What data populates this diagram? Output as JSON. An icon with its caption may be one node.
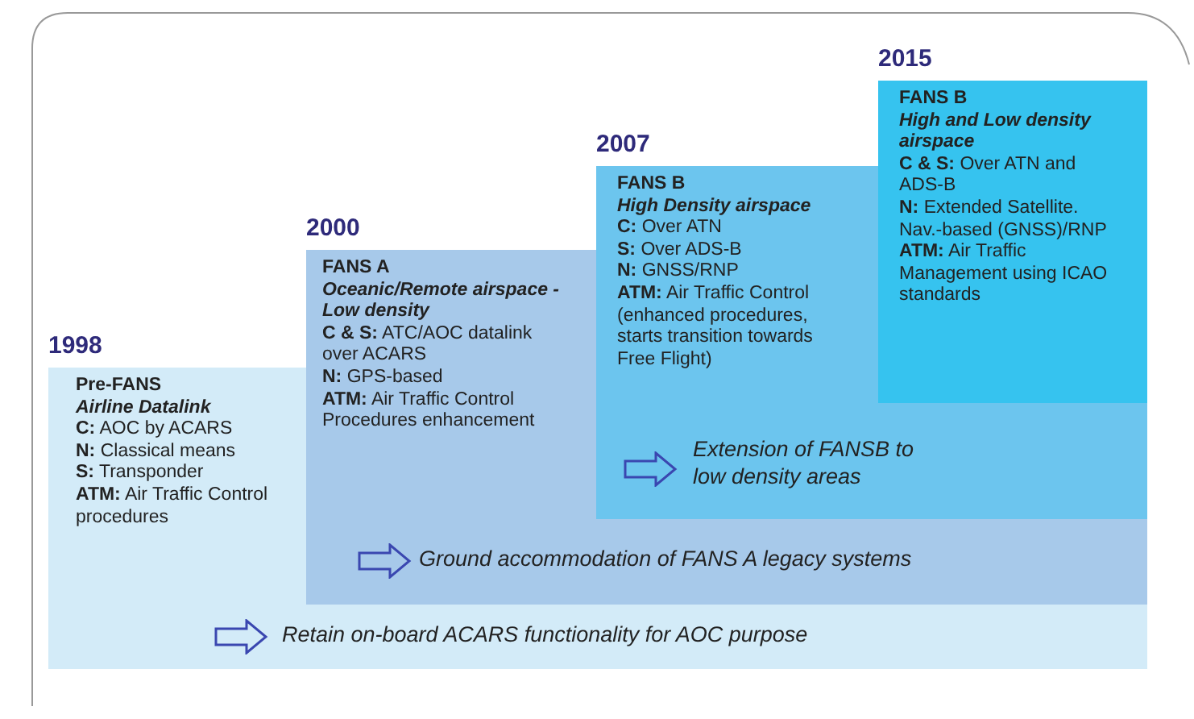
{
  "diagram": {
    "nodes": [
      {
        "text": [
          "1998",
          "Pre-FANS",
          "Airline Datalink",
          "**C:** AOC by ACARS",
          "**N:** Classical means",
          "**S:** Transponder",
          "**ATM:** Air Traffic Control procedures"
        ]
      },
      {
        "text": [
          "2000",
          "FANS A",
          "Oceanic/Remote airspace - Low density",
          "**C & S:** ATC/AOC datalink over ACARS",
          "**N:** GPS-based",
          "**ATM:** Air Traffic Control Procedures enhancement"
        ]
      },
      {
        "text": [
          "2007",
          "FANS B",
          "High Density airspace",
          "**C:** Over ATN",
          "**S:** Over ADS-B",
          "**N:** GNSS/RNP",
          "**ATM:** Air Traffic Control (enhanced procedures, starts transition towards Free Flight)"
        ]
      },
      {
        "text": [
          "2015",
          "FANS B",
          "High and Low density airspace",
          "**C & S:** Over ATN and ADS-B",
          "**N:** Extended Satellite. Nav.-based (GNSS)/RNP",
          "**ATM:** Air Traffic Management using ICAO standards"
        ]
      }
    ],
    "edges": [],
    "labels": [
      "Retain on-board ACARS functionality for AOC purpose",
      "Ground accommodation of FANS A legacy systems",
      "Extension of FANSB to low density areas"
    ]
  }
}
